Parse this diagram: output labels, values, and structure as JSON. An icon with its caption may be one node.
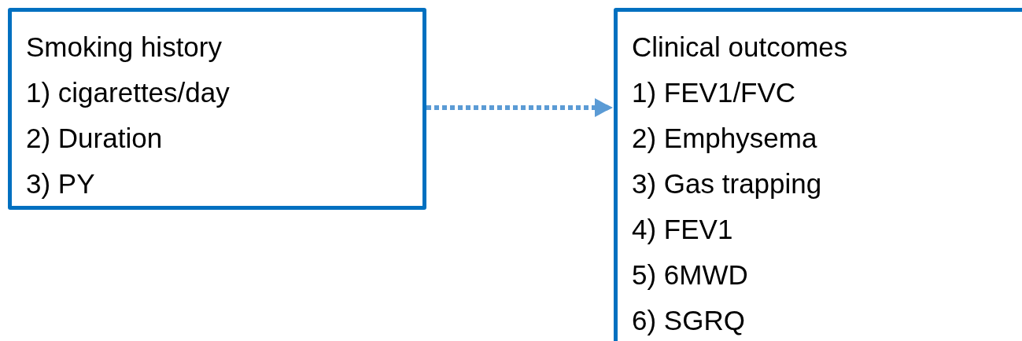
{
  "diagram": {
    "nodes": [
      {
        "text": [
          "Smoking history",
          "1) cigarettes/day",
          "2) Duration",
          "3) PY"
        ]
      },
      {
        "text": [
          "Clinical outcomes",
          "1) FEV1/FVC",
          "2) Emphysema",
          "3) Gas trapping",
          "4) FEV1",
          "5) 6MWD",
          "6) SGRQ"
        ]
      }
    ],
    "edges": [
      {
        "from": 0,
        "to": 1,
        "arrow": "to",
        "style": "dashed"
      }
    ]
  }
}
